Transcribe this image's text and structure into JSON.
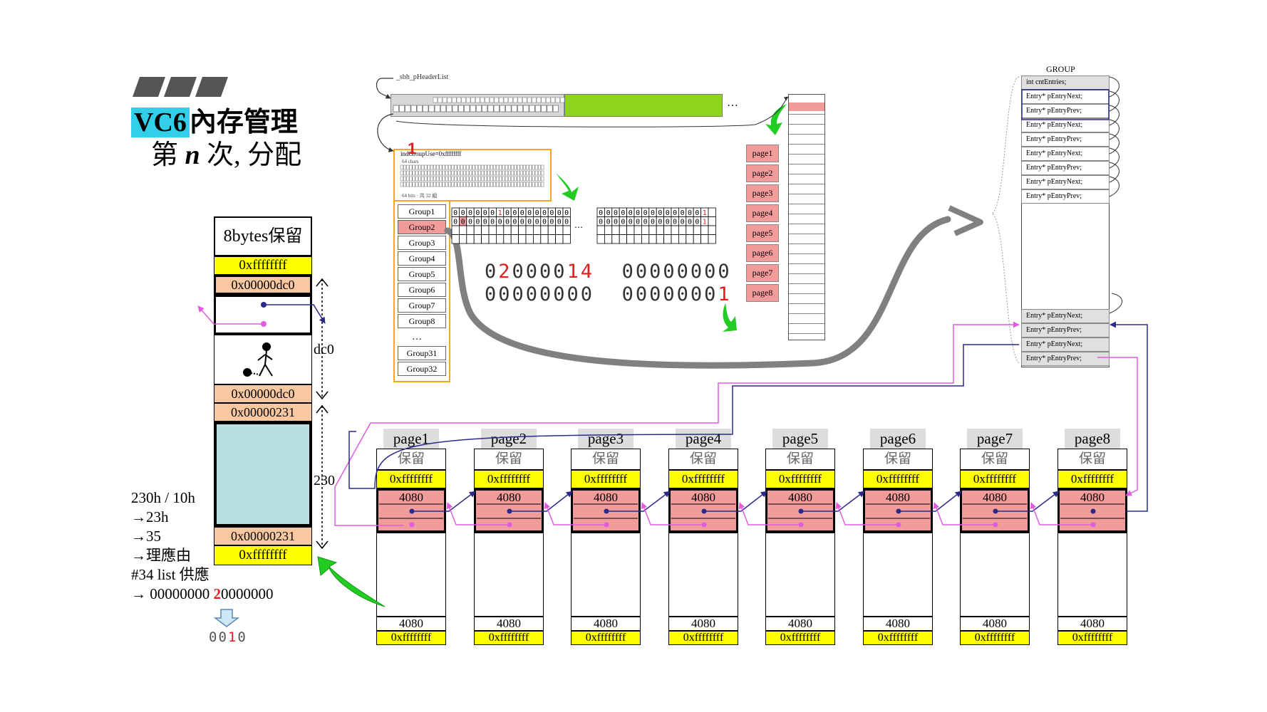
{
  "title": {
    "line1_tag": "VC6",
    "line1_rest": "內存管理",
    "line2_a": "第",
    "line2_n": "n",
    "line2_b": "次, 分配"
  },
  "left_block": {
    "header": "8bytes保留",
    "top_fill": "0xffffffff",
    "dc0_a": "0x00000dc0",
    "dc0_b": "0x00000dc0",
    "v231_a": "0x00000231",
    "v231_b": "0x00000231",
    "bottom_fill": "0xffffffff",
    "dim_dc0": "dc0",
    "dim_230": "230"
  },
  "calc": {
    "line1": "230h / 10h",
    "line2": "→23h",
    "line3": "→35",
    "line4": "→理應由",
    "line5": "#34 list 供應",
    "line6_pre": "→ 00000000 ",
    "line6_red": "2",
    "line6_post": "0000000",
    "down_pre": "00",
    "down_red": "1",
    "down_post": "0"
  },
  "top": {
    "sbh_label": "_sbh_pHeaderList",
    "ellipsis": "…",
    "use_label": "indGroupUse=0xffffffff",
    "red_marker": "1",
    "chars_label": "64 chars",
    "bits_label": "64 bits · 共 32 組"
  },
  "groups": [
    "Group1",
    "Group2",
    "Group3",
    "Group4",
    "Group5",
    "Group6",
    "Group7",
    "Group8",
    "…",
    "Group31",
    "Group32"
  ],
  "bit_grid": {
    "row1_a": "0000001000000000",
    "row1_b": "000000000000001",
    "row2_a": "0000000000000000",
    "row2_b": "000000000000001"
  },
  "bits": {
    "r1_a_pre": "0",
    "r1_a_red1": "2",
    "r1_a_mid": "0000",
    "r1_a_red2": "14",
    "r1_b": "00000000",
    "r2_a": "00000000",
    "r2_b_pre": "0000000",
    "r2_b_red": "1"
  },
  "page_list": [
    "page1",
    "page2",
    "page3",
    "page4",
    "page5",
    "page6",
    "page7",
    "page8"
  ],
  "group_box": {
    "title": "GROUP",
    "entries": [
      "int  cntEntries;",
      "Entry*   pEntryNext;",
      "Entry*   pEntryPrev;",
      "Entry*   pEntryNext;",
      "Entry*   pEntryPrev;",
      "Entry*   pEntryNext;",
      "Entry*   pEntryPrev;",
      "Entry*   pEntryNext;",
      "Entry*   pEntryPrev;"
    ],
    "bottom_entries": [
      "Entry*   pEntryNext;",
      "Entry*   pEntryPrev;",
      "Entry*   pEntryNext;",
      "Entry*   pEntryPrev;"
    ]
  },
  "pages": [
    {
      "label": "page1",
      "reserve": "保留",
      "fill": "0xffffffff",
      "size": "4080",
      "bottom_size": "4080",
      "bottom_fill": "0xffffffff"
    },
    {
      "label": "page2",
      "reserve": "保留",
      "fill": "0xffffffff",
      "size": "4080",
      "bottom_size": "4080",
      "bottom_fill": "0xffffffff"
    },
    {
      "label": "page3",
      "reserve": "保留",
      "fill": "0xffffffff",
      "size": "4080",
      "bottom_size": "4080",
      "bottom_fill": "0xffffffff"
    },
    {
      "label": "page4",
      "reserve": "保留",
      "fill": "0xffffffff",
      "size": "4080",
      "bottom_size": "4080",
      "bottom_fill": "0xffffffff"
    },
    {
      "label": "page5",
      "reserve": "保留",
      "fill": "0xffffffff",
      "size": "4080",
      "bottom_size": "4080",
      "bottom_fill": "0xffffffff"
    },
    {
      "label": "page6",
      "reserve": "保留",
      "fill": "0xffffffff",
      "size": "4080",
      "bottom_size": "4080",
      "bottom_fill": "0xffffffff"
    },
    {
      "label": "page7",
      "reserve": "保留",
      "fill": "0xffffffff",
      "size": "4080",
      "bottom_size": "4080",
      "bottom_fill": "0xffffffff"
    },
    {
      "label": "page8",
      "reserve": "保留",
      "fill": "0xffffffff",
      "size": "4080",
      "bottom_size": "4080",
      "bottom_fill": "0xffffffff"
    }
  ],
  "colors": {
    "yellow": "#ffff00",
    "salmon": "#f9c8a0",
    "pink": "#f29b9b",
    "teal": "#b9dfe3",
    "green": "#8fd31c",
    "cyan": "#32cfe8",
    "magenta": "#e05ce0",
    "navy": "#2a2a8a",
    "gray": "#888888"
  }
}
